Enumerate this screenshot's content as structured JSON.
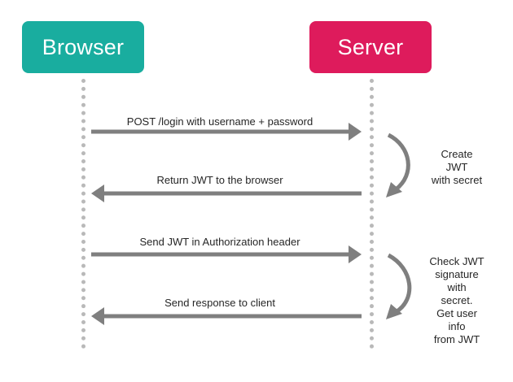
{
  "actors": {
    "browser": {
      "label": "Browser",
      "color": "#19ad9f"
    },
    "server": {
      "label": "Server",
      "color": "#de1b5c"
    }
  },
  "messages": [
    {
      "label": "POST /login with username + password",
      "direction": "browser-to-server"
    },
    {
      "label": "Return JWT to the browser",
      "direction": "server-to-browser"
    },
    {
      "label": "Send JWT in Authorization header",
      "direction": "browser-to-server"
    },
    {
      "label": "Send response to client",
      "direction": "server-to-browser"
    }
  ],
  "notes": [
    {
      "text": "Create JWT\nwith secret"
    },
    {
      "text": "Check JWT\nsignature with\nsecret.\nGet user info\nfrom JWT"
    }
  ],
  "colors": {
    "arrow": "#7f7f7f",
    "lifeline": "#b9b9b9",
    "text": "#262626"
  }
}
